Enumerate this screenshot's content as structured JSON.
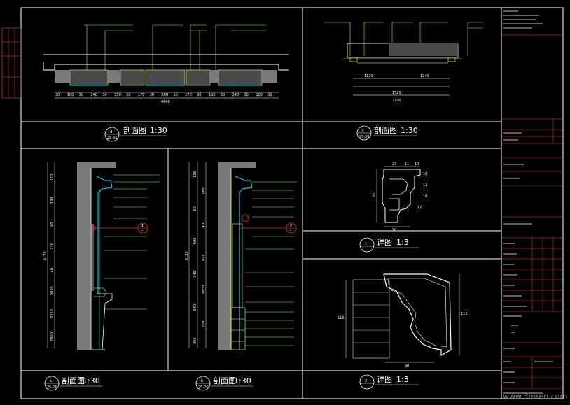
{
  "colors": {
    "background": "#000000",
    "frame": "#ffffff",
    "title_block_lines": "#ff3b3b",
    "dimension": "#ffffff",
    "annotation": "#7dff3b",
    "section_line": "#ff2020",
    "material": "#00e5ff",
    "hatch": "#7a7a7a",
    "subtitle_line": "#ffff66"
  },
  "views": {
    "plan_a": {
      "id": "d",
      "ref": "25-96",
      "title": "剖面图",
      "scale": "1:30"
    },
    "plan_b": {
      "id": "c",
      "ref": "25-26",
      "title": "剖面图",
      "scale": "1:30"
    },
    "section_a": {
      "id": "a",
      "ref": "25-26",
      "title": "剖面图",
      "scale": "1:30"
    },
    "section_b": {
      "id": "b",
      "ref": "25-26",
      "title": "剖面图",
      "scale": "1:30"
    },
    "detail_1": {
      "id": "1",
      "title": "详图",
      "scale": "1:3"
    },
    "detail_2": {
      "id": "2",
      "title": "详图",
      "scale": "1:3"
    }
  },
  "dimensions": {
    "plan_a_chain": [
      "30",
      "100",
      "30",
      "240",
      "30",
      "150",
      "30",
      "170",
      "30",
      "260",
      "30",
      "170",
      "30",
      "150",
      "30",
      "240",
      "30",
      "100",
      "30"
    ],
    "plan_a_total": "4660",
    "plan_b_chain": [
      "1120",
      "1240"
    ],
    "plan_b_mid": "1520",
    "plan_b_total": "2100",
    "section_a_left": [
      "120",
      "180",
      "60",
      "230",
      "40",
      "2020",
      "3250",
      "1950"
    ],
    "section_a_total": "6120",
    "section_b_left": [
      "120",
      "180",
      "60",
      "40",
      "500",
      "920",
      "340",
      "2050",
      "340",
      "350",
      "350"
    ],
    "section_b_total": "6120",
    "detail_1": [
      "23",
      "11",
      "10",
      "10",
      "13",
      "10",
      "12",
      "55",
      "20"
    ],
    "detail_2_right": "115",
    "detail_2_left": "115",
    "detail_2_bottom": "90"
  },
  "section_markers": [
    {
      "label": "1",
      "ref": "--"
    },
    {
      "label": "2",
      "ref": "--"
    }
  ],
  "watermark": "www.3mren.com"
}
